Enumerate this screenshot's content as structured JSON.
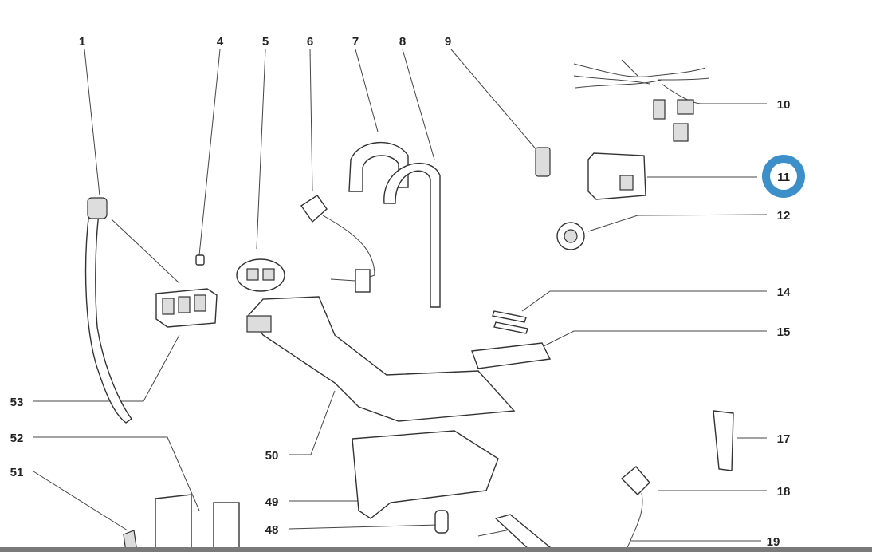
{
  "diagram": {
    "callouts": [
      {
        "id": "c1",
        "label": "1"
      },
      {
        "id": "c4",
        "label": "4"
      },
      {
        "id": "c5",
        "label": "5"
      },
      {
        "id": "c6",
        "label": "6"
      },
      {
        "id": "c7",
        "label": "7"
      },
      {
        "id": "c8",
        "label": "8"
      },
      {
        "id": "c9",
        "label": "9"
      },
      {
        "id": "c10",
        "label": "10"
      },
      {
        "id": "c11",
        "label": "11",
        "highlighted": true
      },
      {
        "id": "c12",
        "label": "12"
      },
      {
        "id": "c14",
        "label": "14"
      },
      {
        "id": "c15",
        "label": "15"
      },
      {
        "id": "c17",
        "label": "17"
      },
      {
        "id": "c18",
        "label": "18"
      },
      {
        "id": "c19",
        "label": "19"
      },
      {
        "id": "c53",
        "label": "53"
      },
      {
        "id": "c52",
        "label": "52"
      },
      {
        "id": "c51",
        "label": "51"
      },
      {
        "id": "c50",
        "label": "50"
      },
      {
        "id": "c49",
        "label": "49"
      },
      {
        "id": "c48",
        "label": "48"
      }
    ],
    "highlight_color": "#3d8fca"
  }
}
